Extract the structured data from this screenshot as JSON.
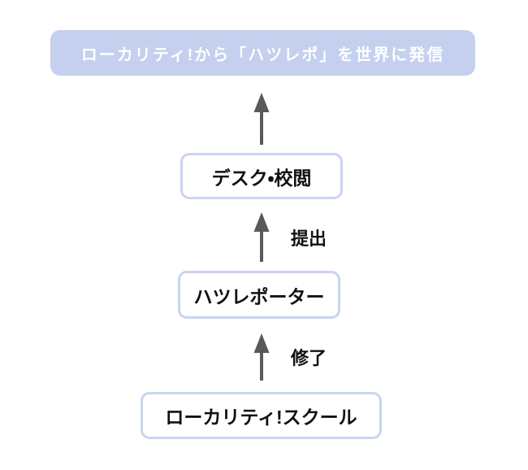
{
  "diagram": {
    "banner": {
      "label": "ローカリティ!から「ハツレポ」を世界に発信"
    },
    "nodes": [
      {
        "id": "desk-proofreading",
        "label": "デスク・校閲"
      },
      {
        "id": "hatsu-reporter",
        "label": "ハツレポーター"
      },
      {
        "id": "locality-school",
        "label": "ローカリティ!スクール"
      }
    ],
    "arrows": [
      {
        "id": "to-banner",
        "label": ""
      },
      {
        "id": "submit",
        "label": "提出"
      },
      {
        "id": "complete",
        "label": "修了"
      }
    ],
    "colors": {
      "banner_bg": "#c5cfee",
      "banner_text": "#ffffff",
      "node_border": "#c9d4f1",
      "node_bg": "#ffffff",
      "node_text": "#111111",
      "arrow": "#595959"
    }
  }
}
